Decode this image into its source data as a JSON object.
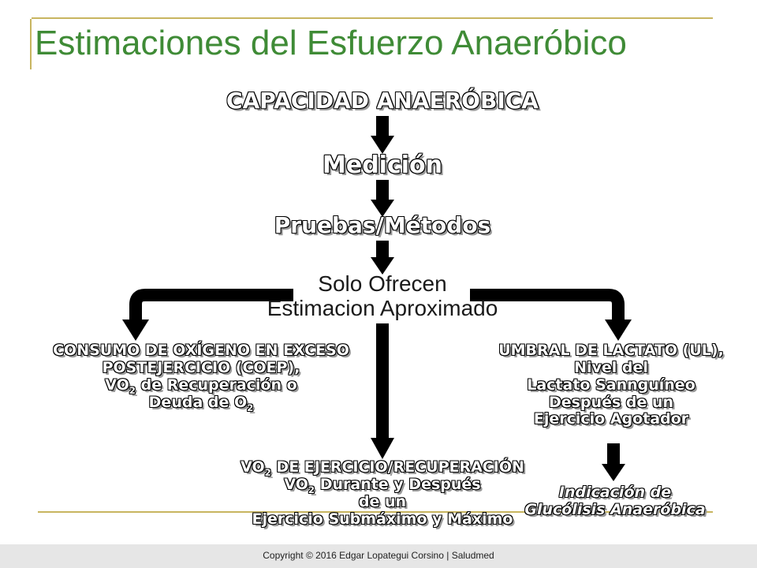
{
  "slide": {
    "title": "Estimaciones del Esfuerzo Anaeróbico",
    "footer": "Copyright © 2016 Edgar Lopategui Corsino | Saludmed"
  },
  "diagram": {
    "top": "CAPACIDAD ANAERÓBICA",
    "step1": "Medición",
    "step2": "Pruebas/Métodos",
    "note_line1": "Solo Ofrecen",
    "note_line2": "Estimacion Aproximado",
    "left_branch": {
      "line1": "CONSUMO DE OXÍGENO EN EXCESO",
      "line2": "POSTEJERCICIO (COEP),",
      "line3_pre": "VO",
      "line3_sub": "2",
      "line3_post": " de Recuperación o",
      "line4_pre": "Deuda de O",
      "line4_sub": "2"
    },
    "center_branch": {
      "line1_pre": "VO",
      "line1_sub": "2",
      "line1_post": " DE EJERCICIO/RECUPERACIÓN",
      "line2_pre": "VO",
      "line2_sub": "2",
      "line2_post": " Durante y Después",
      "line3": "de un",
      "line4": "Ejercicio Submáximo y Máximo"
    },
    "right_branch": {
      "line1": "UMBRAL DE LACTATO (UL),",
      "line2": "Nivel del",
      "line3": "Lactato Sannguíneo",
      "line4": "Después de un",
      "line5": "Ejercicio Agotador"
    },
    "indication_line1": "Indicación de",
    "indication_line2": "Glucólisis Anaeróbica"
  },
  "colors": {
    "title": "#3f8b36",
    "rule": "#c8b560",
    "arrow": "#000000",
    "footer_bg": "#e6e6e6"
  }
}
